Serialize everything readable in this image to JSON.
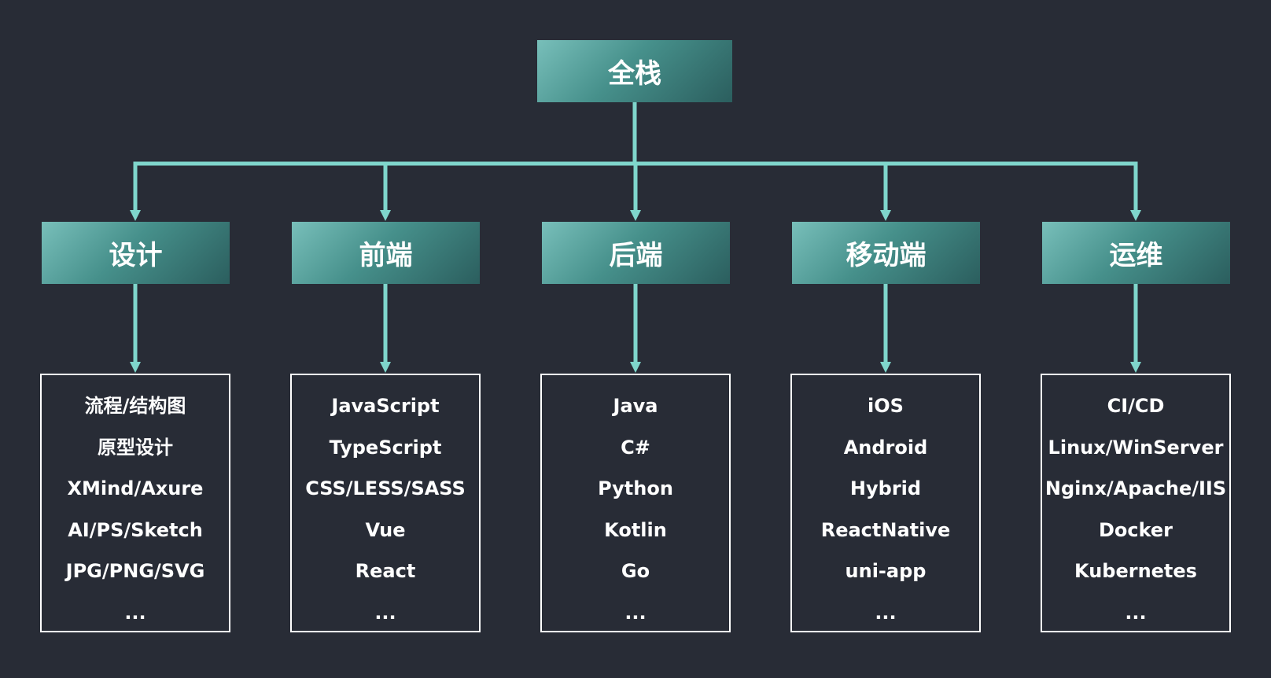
{
  "colors": {
    "background": "#282c36",
    "connector": "#7fd6cc",
    "node_gradient_light": "#78bfba",
    "node_gradient_dark": "#2b5e5e",
    "box_border": "#ffffff",
    "text": "#ffffff"
  },
  "root": {
    "label": "全栈"
  },
  "categories": [
    {
      "label": "设计",
      "items": [
        "流程/结构图",
        "原型设计",
        "XMind/Axure",
        "AI/PS/Sketch",
        "JPG/PNG/SVG",
        "..."
      ]
    },
    {
      "label": "前端",
      "items": [
        "JavaScript",
        "TypeScript",
        "CSS/LESS/SASS",
        "Vue",
        "React",
        "..."
      ]
    },
    {
      "label": "后端",
      "items": [
        "Java",
        "C#",
        "Python",
        "Kotlin",
        "Go",
        "..."
      ]
    },
    {
      "label": "移动端",
      "items": [
        "iOS",
        "Android",
        "Hybrid",
        "ReactNative",
        "uni-app",
        "..."
      ]
    },
    {
      "label": "运维",
      "items": [
        "CI/CD",
        "Linux/WinServer",
        "Nginx/Apache/IIS",
        "Docker",
        "Kubernetes",
        "..."
      ]
    }
  ]
}
